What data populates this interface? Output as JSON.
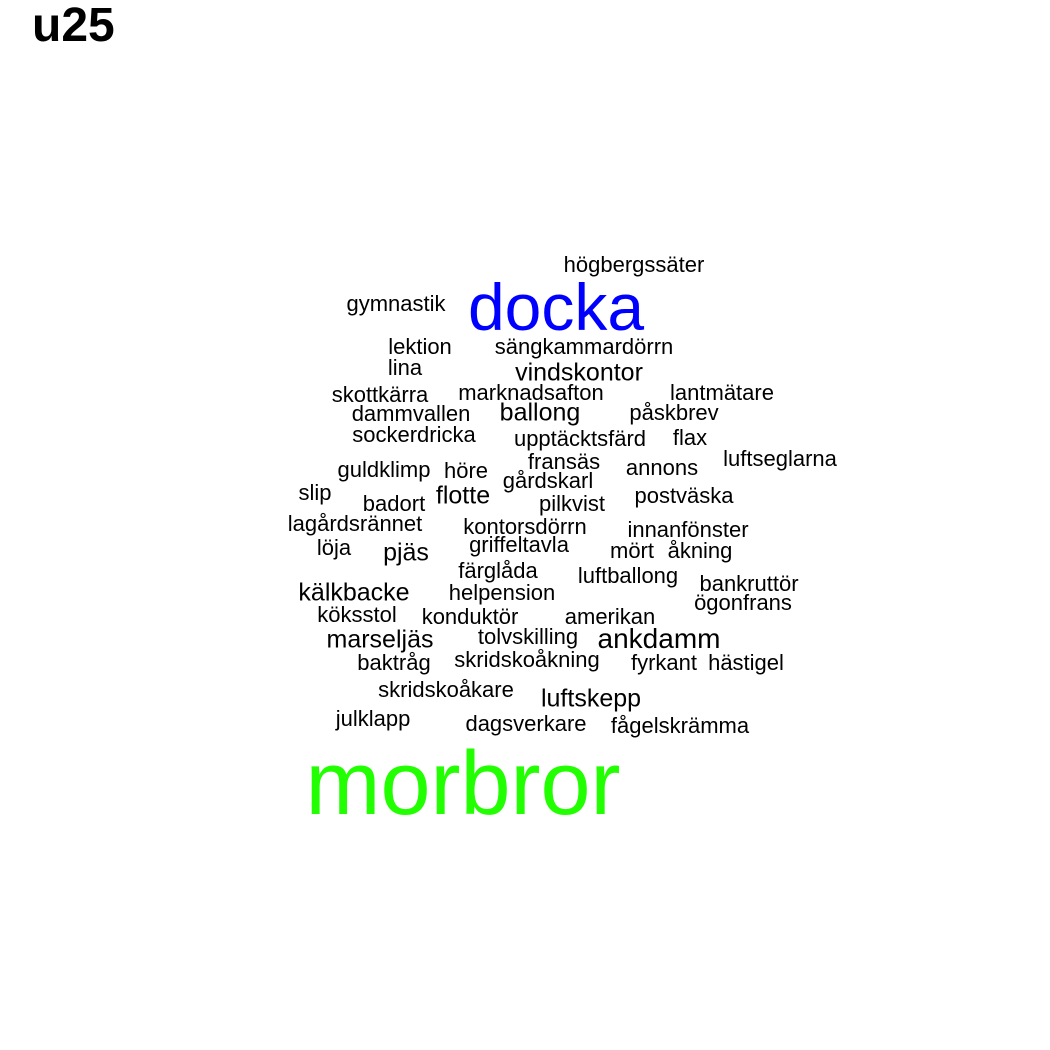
{
  "title": "u25",
  "colors": {
    "default": "#000000",
    "docka": "#0000ff",
    "morbror": "#22ff00"
  },
  "words": [
    "högbergssäter",
    "gymnastik",
    "docka",
    "lektion",
    "sängkammardörrn",
    "lina",
    "vindskontor",
    "skottkärra",
    "marknadsafton",
    "lantmätare",
    "dammvallen",
    "ballong",
    "påskbrev",
    "sockerdricka",
    "upptäcktsfärd",
    "flax",
    "luftseglarna",
    "fransäs",
    "guldklimp",
    "höre",
    "annons",
    "gårdskarl",
    "slip",
    "flotte",
    "postväska",
    "badort",
    "pilkvist",
    "lagårdsrännet",
    "kontorsdörrn",
    "innanfönster",
    "löja",
    "griffeltavla",
    "pjäs",
    "mört",
    "åkning",
    "färglåda",
    "luftballong",
    "bankruttör",
    "kälkbacke",
    "helpension",
    "ögonfrans",
    "köksstol",
    "konduktör",
    "amerikan",
    "marseljäs",
    "tolvskilling",
    "ankdamm",
    "baktråg",
    "skridskoåkning",
    "fyrkant",
    "hästigel",
    "skridskoåkare",
    "luftskepp",
    "julklapp",
    "dagsverkare",
    "fågelskrämma",
    "morbror"
  ]
}
